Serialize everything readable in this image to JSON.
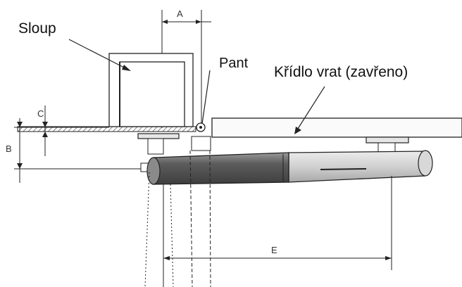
{
  "labels": {
    "sloup": "Sloup",
    "pant": "Pant",
    "kridlo": "Křídlo vrat (zavřeno)"
  },
  "dimensions": {
    "a": "A",
    "b": "B",
    "c": "C",
    "e": "E"
  },
  "colors": {
    "line": "#222222",
    "hatch": "#666666",
    "actuator_dark": "#6e6e6e",
    "actuator_light": "#d4d4d4"
  }
}
